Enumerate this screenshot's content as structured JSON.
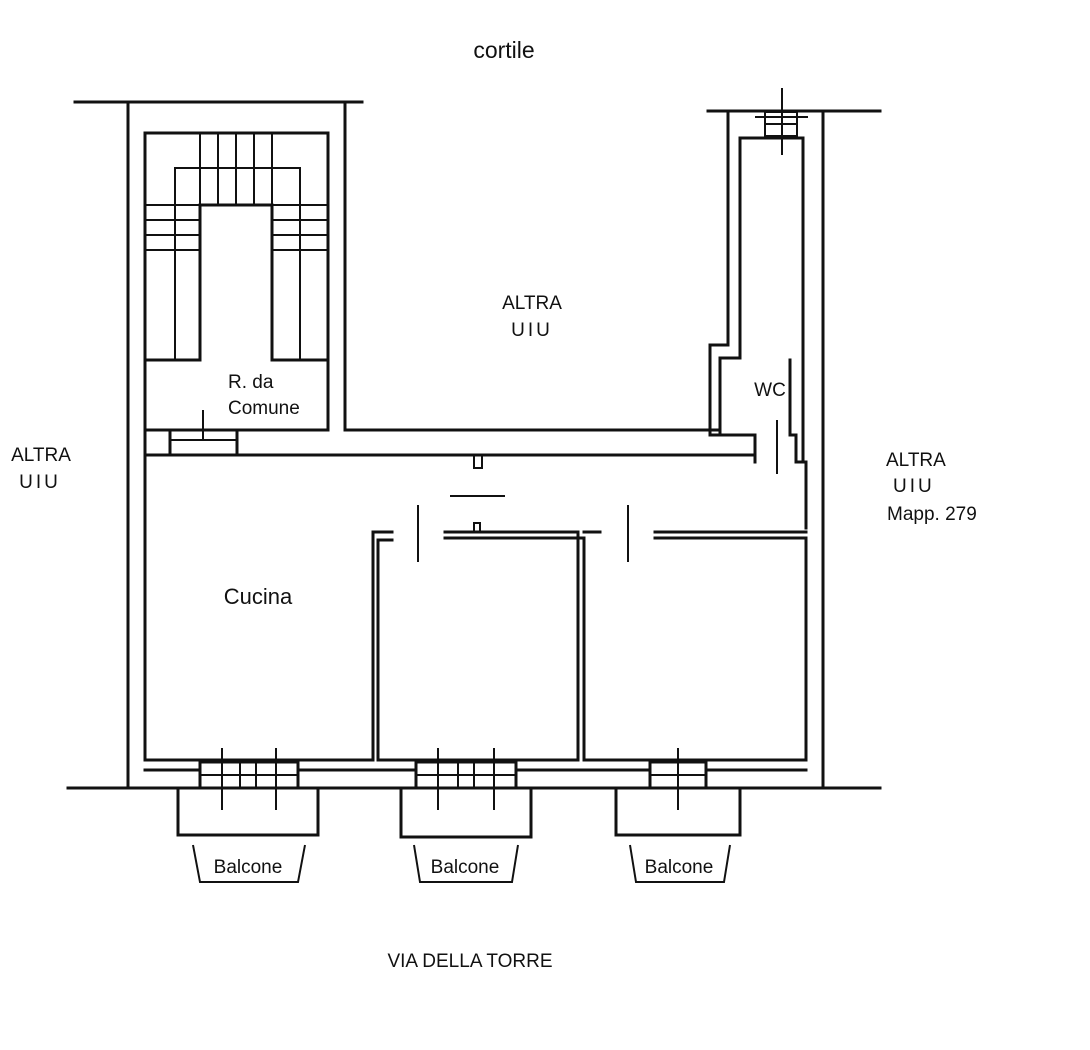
{
  "labels": {
    "courtyard": "cortile",
    "street": "VIA DELLA TORRE",
    "other_unit_top_1": "ALTRA",
    "other_unit_top_2": "UIU",
    "other_unit_left_1": "ALTRA",
    "other_unit_left_2": "UIU",
    "other_unit_right_1": "ALTRA",
    "other_unit_right_2": "UIU",
    "other_unit_right_3": "Mapp. 279",
    "storage_1": "R. da",
    "storage_2": "Comune",
    "wc": "WC",
    "kitchen": "Cucina",
    "balcony_1": "Balcone",
    "balcony_2": "Balcone",
    "balcony_3": "Balcone"
  },
  "colors": {
    "line": "#111111",
    "background": "#ffffff"
  }
}
